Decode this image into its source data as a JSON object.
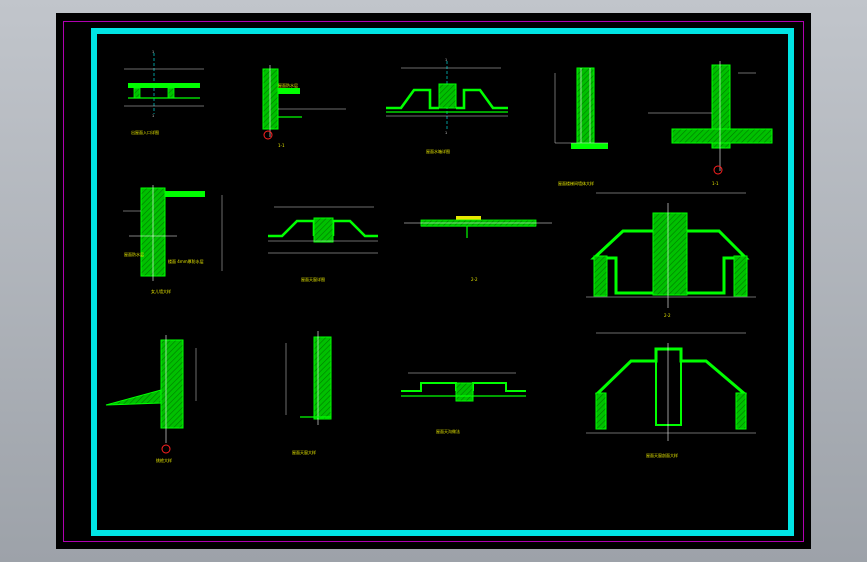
{
  "drawing": {
    "colors": {
      "viewport_bg": "#a9aeb5",
      "canvas_bg": "#000000",
      "title_border": "#00e5e5",
      "sheet_frame": "#b000b0",
      "structure": "#00ff00",
      "hatch": "#00b000",
      "dimension": "#d8d8d8",
      "label": "#e8e800",
      "marker": "#ff2020",
      "rebar": "#ffffff"
    },
    "details": [
      {
        "id": "d1",
        "title": "出屋面入口详图",
        "tag_top": "1",
        "tag_bottom": "1"
      },
      {
        "id": "d2",
        "title": "1-1",
        "note": "屋面防水层"
      },
      {
        "id": "d3",
        "title": "屋面水箱详图",
        "tag_top": "1",
        "tag_bottom": "1"
      },
      {
        "id": "d4",
        "title": "屋面楼梯间墙体大样"
      },
      {
        "id": "d5",
        "title": "1-1"
      },
      {
        "id": "d6",
        "title": "女儿墙大样",
        "note_1": "屋面防水层",
        "note_2": "楼面 4mm厚防水层"
      },
      {
        "id": "d7",
        "title": "屋面天窗详图"
      },
      {
        "id": "d8",
        "title": "2-2"
      },
      {
        "id": "d9",
        "title": "2-2"
      },
      {
        "id": "d10",
        "title": "挑檐大样"
      },
      {
        "id": "d11",
        "title": "屋面天窗大样"
      },
      {
        "id": "d12",
        "title": "屋面天沟做法"
      },
      {
        "id": "d13",
        "title": "屋面天窗剖面大样"
      }
    ]
  }
}
